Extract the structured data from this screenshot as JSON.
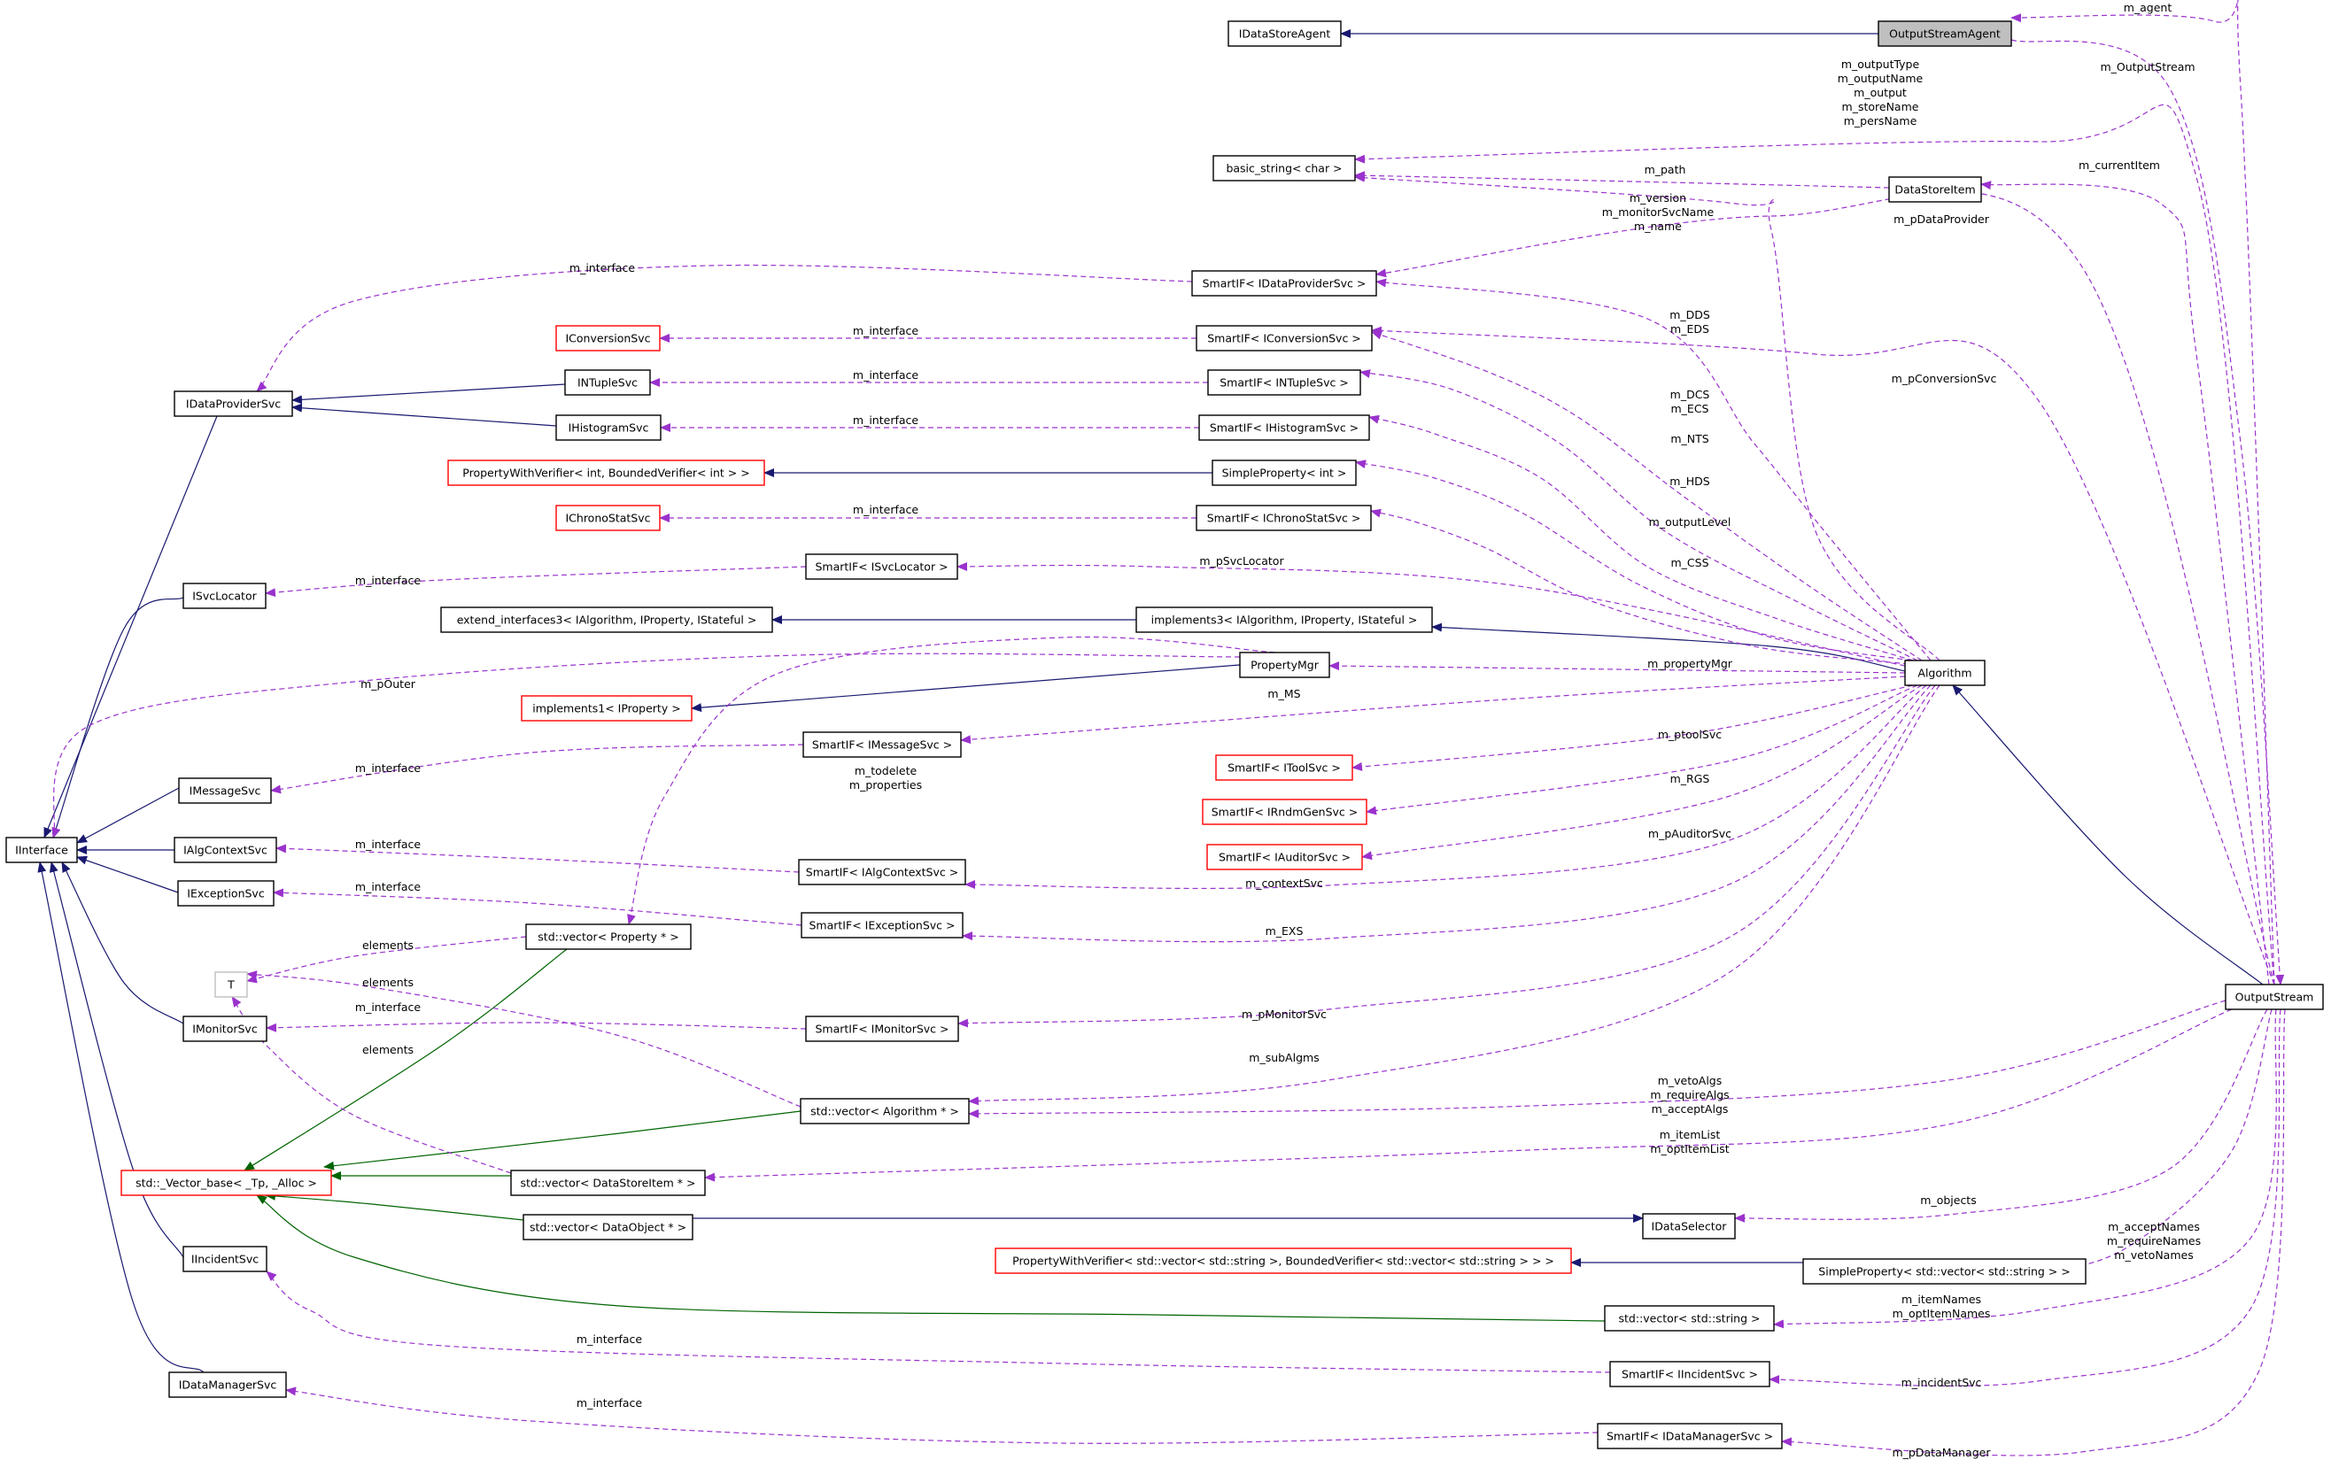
{
  "diagram": {
    "colors": {
      "inherit": "#191970",
      "template_inherit": "#006400",
      "member": "#9a32cd",
      "node_border": "#000000",
      "node_border_incomplete": "#ff0000",
      "node_border_template_param": "#bfbfbf",
      "focus_fill": "#bfbfbf"
    },
    "nodes": [
      {
        "id": "IDataStoreAgent",
        "label": "IDataStoreAgent",
        "border": "black"
      },
      {
        "id": "OutputStreamAgent",
        "label": "OutputStreamAgent",
        "border": "black",
        "focus": true
      },
      {
        "id": "basic_string",
        "label": "basic_string< char >",
        "border": "black"
      },
      {
        "id": "DataStoreItem",
        "label": "DataStoreItem",
        "border": "black"
      },
      {
        "id": "SmartIF_IDataProviderSvc",
        "label": "SmartIF< IDataProviderSvc >",
        "border": "black"
      },
      {
        "id": "IConversionSvc",
        "label": "IConversionSvc",
        "border": "red"
      },
      {
        "id": "SmartIF_IConversionSvc",
        "label": "SmartIF< IConversionSvc >",
        "border": "black"
      },
      {
        "id": "IDataProviderSvc",
        "label": "IDataProviderSvc",
        "border": "black"
      },
      {
        "id": "INTupleSvc",
        "label": "INTupleSvc",
        "border": "black"
      },
      {
        "id": "SmartIF_INTupleSvc",
        "label": "SmartIF< INTupleSvc >",
        "border": "black"
      },
      {
        "id": "IHistogramSvc",
        "label": "IHistogramSvc",
        "border": "black"
      },
      {
        "id": "SmartIF_IHistogramSvc",
        "label": "SmartIF< IHistogramSvc >",
        "border": "black"
      },
      {
        "id": "PropertyWithVerifier_int",
        "label": "PropertyWithVerifier< int, BoundedVerifier< int > >",
        "border": "red"
      },
      {
        "id": "SimpleProperty_int",
        "label": "SimpleProperty< int >",
        "border": "black"
      },
      {
        "id": "IChronoStatSvc",
        "label": "IChronoStatSvc",
        "border": "red"
      },
      {
        "id": "SmartIF_IChronoStatSvc",
        "label": "SmartIF< IChronoStatSvc >",
        "border": "black"
      },
      {
        "id": "ISvcLocator",
        "label": "ISvcLocator",
        "border": "black"
      },
      {
        "id": "SmartIF_ISvcLocator",
        "label": "SmartIF< ISvcLocator >",
        "border": "black"
      },
      {
        "id": "extend_interfaces3",
        "label": "extend_interfaces3< IAlgorithm, IProperty, IStateful >",
        "border": "black"
      },
      {
        "id": "implements3",
        "label": "implements3< IAlgorithm, IProperty, IStateful >",
        "border": "black"
      },
      {
        "id": "PropertyMgr",
        "label": "PropertyMgr",
        "border": "black"
      },
      {
        "id": "Algorithm",
        "label": "Algorithm",
        "border": "black"
      },
      {
        "id": "implements1",
        "label": "implements1< IProperty >",
        "border": "red"
      },
      {
        "id": "SmartIF_IMessageSvc",
        "label": "SmartIF< IMessageSvc >",
        "border": "black"
      },
      {
        "id": "SmartIF_IToolSvc",
        "label": "SmartIF< IToolSvc >",
        "border": "red"
      },
      {
        "id": "IMessageSvc",
        "label": "IMessageSvc",
        "border": "black"
      },
      {
        "id": "SmartIF_IRndmGenSvc",
        "label": "SmartIF< IRndmGenSvc >",
        "border": "red"
      },
      {
        "id": "IInterface",
        "label": "IInterface",
        "border": "black"
      },
      {
        "id": "IAlgContextSvc",
        "label": "IAlgContextSvc",
        "border": "black"
      },
      {
        "id": "SmartIF_IAuditorSvc",
        "label": "SmartIF< IAuditorSvc >",
        "border": "red"
      },
      {
        "id": "SmartIF_IAlgContextSvc",
        "label": "SmartIF< IAlgContextSvc >",
        "border": "black"
      },
      {
        "id": "IExceptionSvc",
        "label": "IExceptionSvc",
        "border": "black"
      },
      {
        "id": "SmartIF_IExceptionSvc",
        "label": "SmartIF< IExceptionSvc >",
        "border": "black"
      },
      {
        "id": "vector_Property",
        "label": "std::vector< Property * >",
        "border": "black"
      },
      {
        "id": "T",
        "label": "T",
        "border": "grey"
      },
      {
        "id": "IMonitorSvc",
        "label": "IMonitorSvc",
        "border": "black"
      },
      {
        "id": "SmartIF_IMonitorSvc",
        "label": "SmartIF< IMonitorSvc >",
        "border": "black"
      },
      {
        "id": "OutputStream",
        "label": "OutputStream",
        "border": "black"
      },
      {
        "id": "vector_Algorithm",
        "label": "std::vector< Algorithm * >",
        "border": "black"
      },
      {
        "id": "Vector_base",
        "label": "std::_Vector_base< _Tp, _Alloc >",
        "border": "red"
      },
      {
        "id": "vector_DataStoreItem",
        "label": "std::vector< DataStoreItem * >",
        "border": "black"
      },
      {
        "id": "vector_DataObject",
        "label": "std::vector< DataObject * >",
        "border": "black"
      },
      {
        "id": "IDataSelector",
        "label": "IDataSelector",
        "border": "black"
      },
      {
        "id": "PropertyWithVerifier_vec",
        "label": "PropertyWithVerifier< std::vector< std::string >, BoundedVerifier< std::vector< std::string > > >",
        "border": "red"
      },
      {
        "id": "SimpleProperty_vec",
        "label": "SimpleProperty< std::vector< std::string > >",
        "border": "black"
      },
      {
        "id": "IIncidentSvc",
        "label": "IIncidentSvc",
        "border": "black"
      },
      {
        "id": "vector_string",
        "label": "std::vector< std::string >",
        "border": "black"
      },
      {
        "id": "SmartIF_IIncidentSvc",
        "label": "SmartIF< IIncidentSvc >",
        "border": "black"
      },
      {
        "id": "IDataManagerSvc",
        "label": "IDataManagerSvc",
        "border": "black"
      },
      {
        "id": "SmartIF_IDataManagerSvc",
        "label": "SmartIF< IDataManagerSvc >",
        "border": "black"
      }
    ],
    "edges": [
      {
        "from": "OutputStreamAgent",
        "to": "IDataStoreAgent",
        "kind": "inherit"
      },
      {
        "from": "INTupleSvc",
        "to": "IDataProviderSvc",
        "kind": "inherit"
      },
      {
        "from": "IHistogramSvc",
        "to": "IDataProviderSvc",
        "kind": "inherit"
      },
      {
        "from": "IDataProviderSvc",
        "to": "IInterface",
        "kind": "inherit"
      },
      {
        "from": "ISvcLocator",
        "to": "IInterface",
        "kind": "inherit"
      },
      {
        "from": "IMessageSvc",
        "to": "IInterface",
        "kind": "inherit"
      },
      {
        "from": "IAlgContextSvc",
        "to": "IInterface",
        "kind": "inherit"
      },
      {
        "from": "IExceptionSvc",
        "to": "IInterface",
        "kind": "inherit"
      },
      {
        "from": "IMonitorSvc",
        "to": "IInterface",
        "kind": "inherit"
      },
      {
        "from": "IIncidentSvc",
        "to": "IInterface",
        "kind": "inherit"
      },
      {
        "from": "IDataManagerSvc",
        "to": "IInterface",
        "kind": "inherit"
      },
      {
        "from": "SimpleProperty_int",
        "to": "PropertyWithVerifier_int",
        "kind": "inherit"
      },
      {
        "from": "implements3",
        "to": "extend_interfaces3",
        "kind": "inherit"
      },
      {
        "from": "Algorithm",
        "to": "implements3",
        "kind": "inherit"
      },
      {
        "from": "PropertyMgr",
        "to": "implements1",
        "kind": "inherit"
      },
      {
        "from": "OutputStream",
        "to": "Algorithm",
        "kind": "inherit"
      },
      {
        "from": "vector_DataObject",
        "to": "IDataSelector",
        "kind": "inherit",
        "reverse": true
      },
      {
        "from": "SimpleProperty_vec",
        "to": "PropertyWithVerifier_vec",
        "kind": "inherit"
      },
      {
        "from": "vector_Property",
        "to": "Vector_base",
        "kind": "template"
      },
      {
        "from": "vector_Algorithm",
        "to": "Vector_base",
        "kind": "template"
      },
      {
        "from": "vector_DataStoreItem",
        "to": "Vector_base",
        "kind": "template"
      },
      {
        "from": "vector_DataObject",
        "to": "Vector_base",
        "kind": "template"
      },
      {
        "from": "vector_string",
        "to": "Vector_base",
        "kind": "template"
      },
      {
        "from": "OutputStream",
        "to": "OutputStreamAgent",
        "kind": "member",
        "label": "m_agent"
      },
      {
        "from": "OutputStreamAgent",
        "to": "OutputStream",
        "kind": "member",
        "label": "m_OutputStream"
      },
      {
        "from": "OutputStream",
        "to": "basic_string",
        "kind": "member",
        "label": "m_outputType\nm_outputName\nm_output\nm_storeName\nm_persName"
      },
      {
        "from": "DataStoreItem",
        "to": "basic_string",
        "kind": "member",
        "label": "m_path"
      },
      {
        "from": "OutputStream",
        "to": "DataStoreItem",
        "kind": "member",
        "label": "m_currentItem"
      },
      {
        "from": "Algorithm",
        "to": "basic_string",
        "kind": "member",
        "label": "m_version\nm_monitorSvcName\nm_name"
      },
      {
        "from": "OutputStream",
        "to": "SmartIF_IDataProviderSvc",
        "kind": "member",
        "label": "m_pDataProvider"
      },
      {
        "from": "SmartIF_IDataProviderSvc",
        "to": "IDataProviderSvc",
        "kind": "member",
        "label": "m_interface"
      },
      {
        "from": "Algorithm",
        "to": "SmartIF_IDataProviderSvc",
        "kind": "member",
        "label": "m_DDS\nm_EDS"
      },
      {
        "from": "SmartIF_IConversionSvc",
        "to": "IConversionSvc",
        "kind": "member",
        "label": "m_interface"
      },
      {
        "from": "OutputStream",
        "to": "SmartIF_IConversionSvc",
        "kind": "member",
        "label": "m_pConversionSvc"
      },
      {
        "from": "Algorithm",
        "to": "SmartIF_IConversionSvc",
        "kind": "member",
        "label": "m_DCS\nm_ECS"
      },
      {
        "from": "SmartIF_INTupleSvc",
        "to": "INTupleSvc",
        "kind": "member",
        "label": "m_interface"
      },
      {
        "from": "Algorithm",
        "to": "SmartIF_INTupleSvc",
        "kind": "member",
        "label": "m_NTS"
      },
      {
        "from": "SmartIF_IHistogramSvc",
        "to": "IHistogramSvc",
        "kind": "member",
        "label": "m_interface"
      },
      {
        "from": "Algorithm",
        "to": "SmartIF_IHistogramSvc",
        "kind": "member",
        "label": "m_HDS"
      },
      {
        "from": "Algorithm",
        "to": "SimpleProperty_int",
        "kind": "member",
        "label": "m_outputLevel"
      },
      {
        "from": "SmartIF_IChronoStatSvc",
        "to": "IChronoStatSvc",
        "kind": "member",
        "label": "m_interface"
      },
      {
        "from": "Algorithm",
        "to": "SmartIF_IChronoStatSvc",
        "kind": "member",
        "label": "m_CSS"
      },
      {
        "from": "SmartIF_ISvcLocator",
        "to": "ISvcLocator",
        "kind": "member",
        "label": "m_interface"
      },
      {
        "from": "Algorithm",
        "to": "SmartIF_ISvcLocator",
        "kind": "member",
        "label": "m_pSvcLocator"
      },
      {
        "from": "PropertyMgr",
        "to": "IInterface",
        "kind": "member",
        "label": "m_pOuter"
      },
      {
        "from": "Algorithm",
        "to": "PropertyMgr",
        "kind": "member",
        "label": "m_propertyMgr"
      },
      {
        "from": "PropertyMgr",
        "to": "vector_Property",
        "kind": "member",
        "label": "m_todelete\nm_properties"
      },
      {
        "from": "Algorithm",
        "to": "SmartIF_IMessageSvc",
        "kind": "member",
        "label": "m_MS"
      },
      {
        "from": "SmartIF_IMessageSvc",
        "to": "IMessageSvc",
        "kind": "member",
        "label": "m_interface"
      },
      {
        "from": "Algorithm",
        "to": "SmartIF_IToolSvc",
        "kind": "member",
        "label": "m_ptoolSvc"
      },
      {
        "from": "Algorithm",
        "to": "SmartIF_IRndmGenSvc",
        "kind": "member",
        "label": "m_RGS"
      },
      {
        "from": "Algorithm",
        "to": "SmartIF_IAuditorSvc",
        "kind": "member",
        "label": "m_pAuditorSvc"
      },
      {
        "from": "SmartIF_IAlgContextSvc",
        "to": "IAlgContextSvc",
        "kind": "member",
        "label": "m_interface"
      },
      {
        "from": "Algorithm",
        "to": "SmartIF_IAlgContextSvc",
        "kind": "member",
        "label": "m_contextSvc"
      },
      {
        "from": "SmartIF_IExceptionSvc",
        "to": "IExceptionSvc",
        "kind": "member",
        "label": "m_interface"
      },
      {
        "from": "Algorithm",
        "to": "SmartIF_IExceptionSvc",
        "kind": "member",
        "label": "m_EXS"
      },
      {
        "from": "vector_Property",
        "to": "T",
        "kind": "member",
        "label": "elements"
      },
      {
        "from": "vector_Algorithm",
        "to": "T",
        "kind": "member",
        "label": "elements"
      },
      {
        "from": "vector_DataStoreItem",
        "to": "T",
        "kind": "member",
        "label": "elements"
      },
      {
        "from": "SmartIF_IMonitorSvc",
        "to": "IMonitorSvc",
        "kind": "member",
        "label": "m_interface"
      },
      {
        "from": "Algorithm",
        "to": "SmartIF_IMonitorSvc",
        "kind": "member",
        "label": "m_pMonitorSvc"
      },
      {
        "from": "Algorithm",
        "to": "vector_Algorithm",
        "kind": "member",
        "label": "m_subAlgms"
      },
      {
        "from": "OutputStream",
        "to": "vector_Algorithm",
        "kind": "member",
        "label": "m_vetoAlgs\nm_requireAlgs\nm_acceptAlgs"
      },
      {
        "from": "OutputStream",
        "to": "vector_DataStoreItem",
        "kind": "member",
        "label": "m_itemList\nm_optItemList"
      },
      {
        "from": "OutputStream",
        "to": "IDataSelector",
        "kind": "member",
        "label": "m_objects"
      },
      {
        "from": "OutputStream",
        "to": "SimpleProperty_vec",
        "kind": "member",
        "label": "m_acceptNames\nm_requireNames\nm_vetoNames"
      },
      {
        "from": "OutputStream",
        "to": "vector_string",
        "kind": "member",
        "label": "m_itemNames\nm_optItemNames"
      },
      {
        "from": "SmartIF_IIncidentSvc",
        "to": "IIncidentSvc",
        "kind": "member",
        "label": "m_interface"
      },
      {
        "from": "OutputStream",
        "to": "SmartIF_IIncidentSvc",
        "kind": "member",
        "label": "m_incidentSvc"
      },
      {
        "from": "SmartIF_IDataManagerSvc",
        "to": "IDataManagerSvc",
        "kind": "member",
        "label": "m_interface"
      },
      {
        "from": "OutputStream",
        "to": "SmartIF_IDataManagerSvc",
        "kind": "member",
        "label": "m_pDataManager"
      }
    ]
  }
}
